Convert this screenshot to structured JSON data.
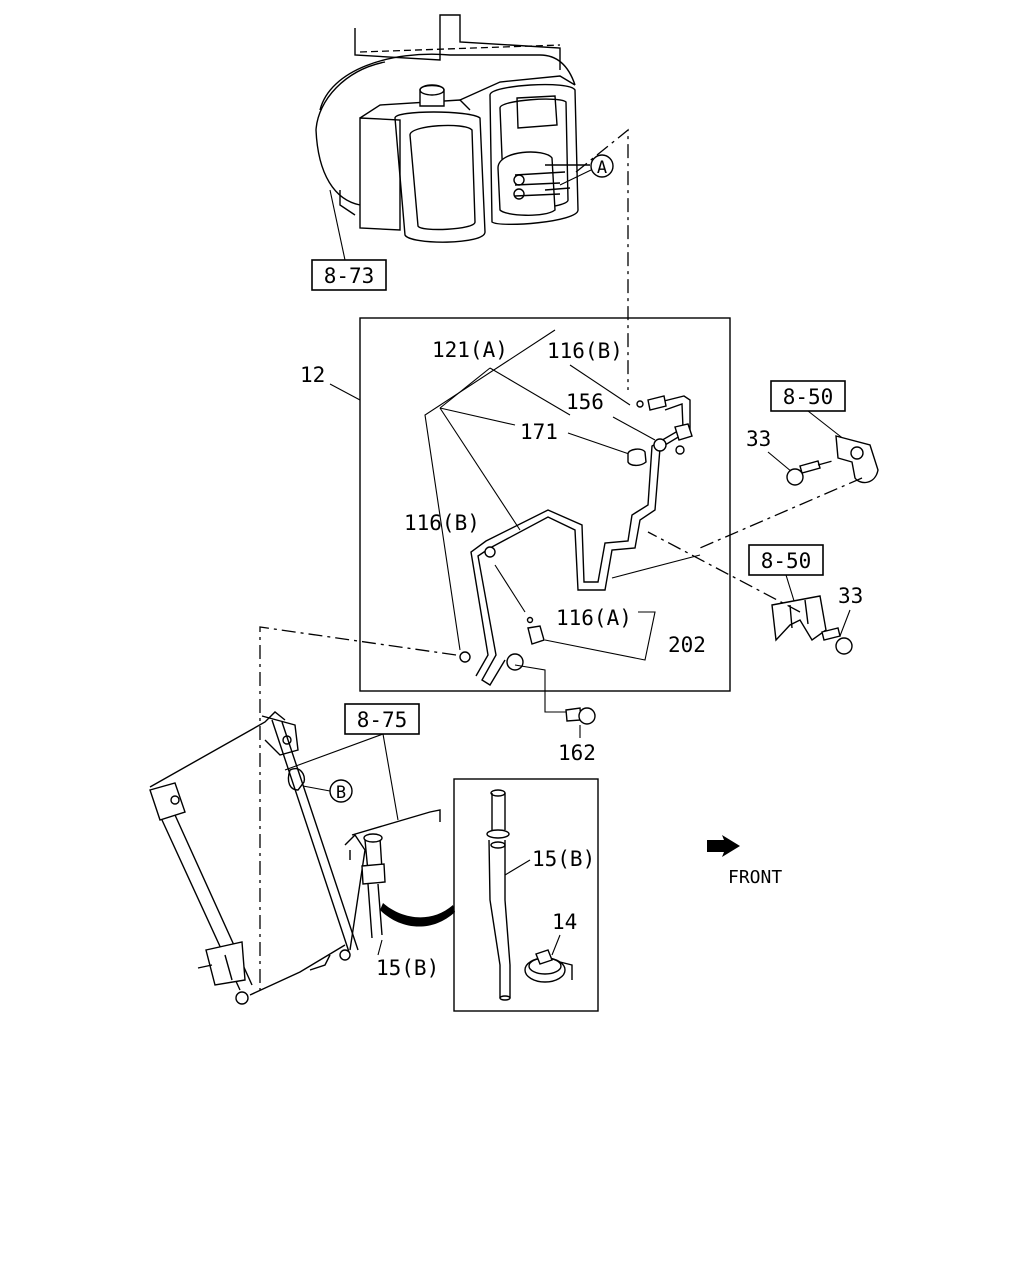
{
  "labels": {
    "ref_873": "8-73",
    "ref_850_top": "8-50",
    "ref_850_mid": "8-50",
    "ref_875": "8-75",
    "p12": "12",
    "p121a": "121(A)",
    "p116b_top": "116(B)",
    "p156": "156",
    "p171": "171",
    "p116b_left": "116(B)",
    "p116a": "116(A)",
    "p202": "202",
    "p162": "162",
    "p33_top": "33",
    "p33_mid": "33",
    "p15b_inset": "15(B)",
    "p14": "14",
    "p15b_main": "15(B)",
    "front": "FRONT",
    "callout_a": "A",
    "callout_b": "B"
  }
}
